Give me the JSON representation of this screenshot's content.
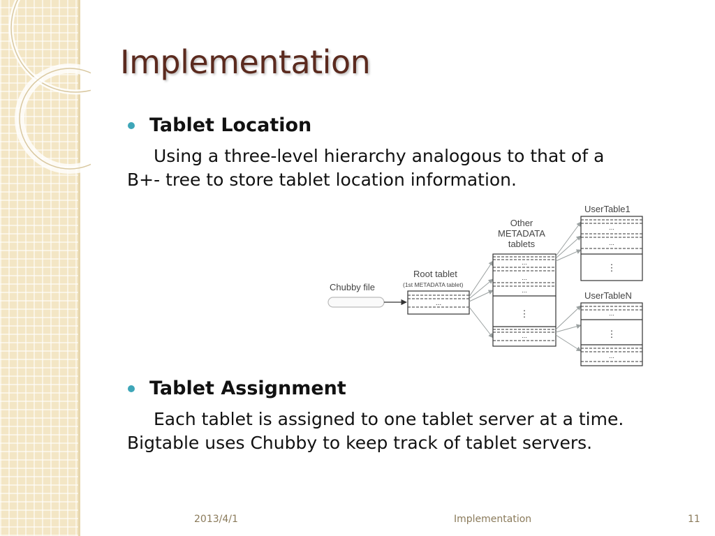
{
  "slide": {
    "title": "Implementation",
    "sections": [
      {
        "heading": "Tablet Location",
        "body_line1": "Using a three-level hierarchy analogous to that of a",
        "body_line2": "B+- tree to store tablet location information."
      },
      {
        "heading": "Tablet Assignment",
        "body_line1": "Each tablet is assigned to one tablet server at a time.",
        "body_line2": "Bigtable uses Chubby to keep track of tablet servers."
      }
    ]
  },
  "diagram": {
    "chubby_label": "Chubby file",
    "root_label": "Root tablet",
    "root_sublabel": "(1st METADATA tablet)",
    "other_line1": "Other",
    "other_line2": "METADATA",
    "other_line3": "tablets",
    "user_first": "UserTable1",
    "user_last": "UserTableN",
    "ellipsis": "...",
    "vdots": "⋮"
  },
  "footer": {
    "date": "2013/4/1",
    "center": "Implementation",
    "page": "11"
  },
  "colors": {
    "title": "#5b2a1e",
    "bullet": "#3ea6b8",
    "sidebar": "#f3e6c5"
  }
}
